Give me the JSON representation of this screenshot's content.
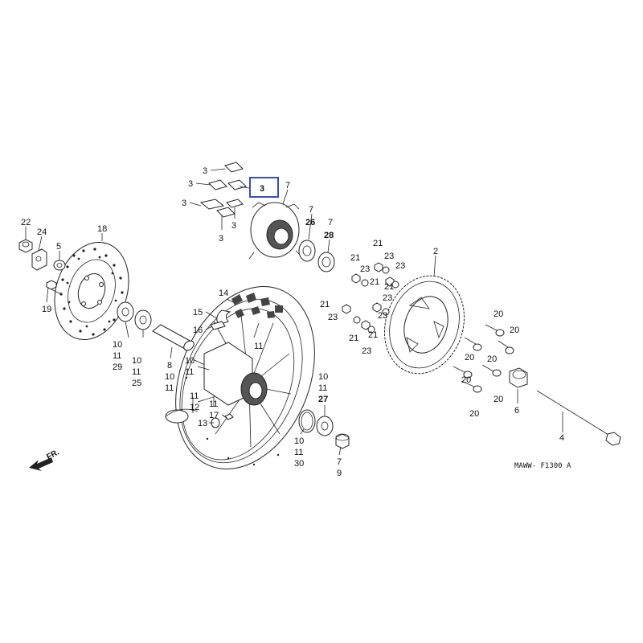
{
  "labels": {
    "l22": "22",
    "l24": "24",
    "l5": "5",
    "l19": "19",
    "l18": "18",
    "l3a": "3",
    "l3b": "3",
    "l3c": "3",
    "l3d": "3",
    "l3e": "3",
    "l3f": "3",
    "l7a": "7",
    "l7b": "7",
    "l26": "26",
    "l7c": "7",
    "l28": "28",
    "l14": "14",
    "l15": "15",
    "l16": "16",
    "l10a": "10",
    "l11a": "11",
    "l29": "29",
    "l10b": "10",
    "l11b": "11",
    "l25": "25",
    "l8": "8",
    "l10c": "10",
    "l11c": "11",
    "l11d": "11",
    "l10d": "10",
    "l11e": "11",
    "l11f": "11",
    "l12": "12",
    "l13": "13",
    "l11g": "11",
    "l17": "17",
    "l10e": "10",
    "l11h": "11",
    "l30": "30",
    "l10f": "10",
    "l11i": "11",
    "l27": "27",
    "l7d": "7",
    "l9": "9",
    "l2": "2",
    "l4": "4",
    "l6": "6",
    "l21a": "21",
    "l23a": "23",
    "l21b": "21",
    "l23b": "23",
    "l21c": "21",
    "l23c": "23",
    "l21d": "21",
    "l23d": "23",
    "l21e": "21",
    "l23e": "23",
    "l23f": "23",
    "l21f": "21",
    "l23g": "23",
    "l21g": "21",
    "l20a": "20",
    "l20b": "20",
    "l20c": "20",
    "l20d": "20",
    "l20e": "20",
    "l20f": "20",
    "l20g": "20",
    "code": "MAWW- F1300 A",
    "fr": "FR."
  }
}
